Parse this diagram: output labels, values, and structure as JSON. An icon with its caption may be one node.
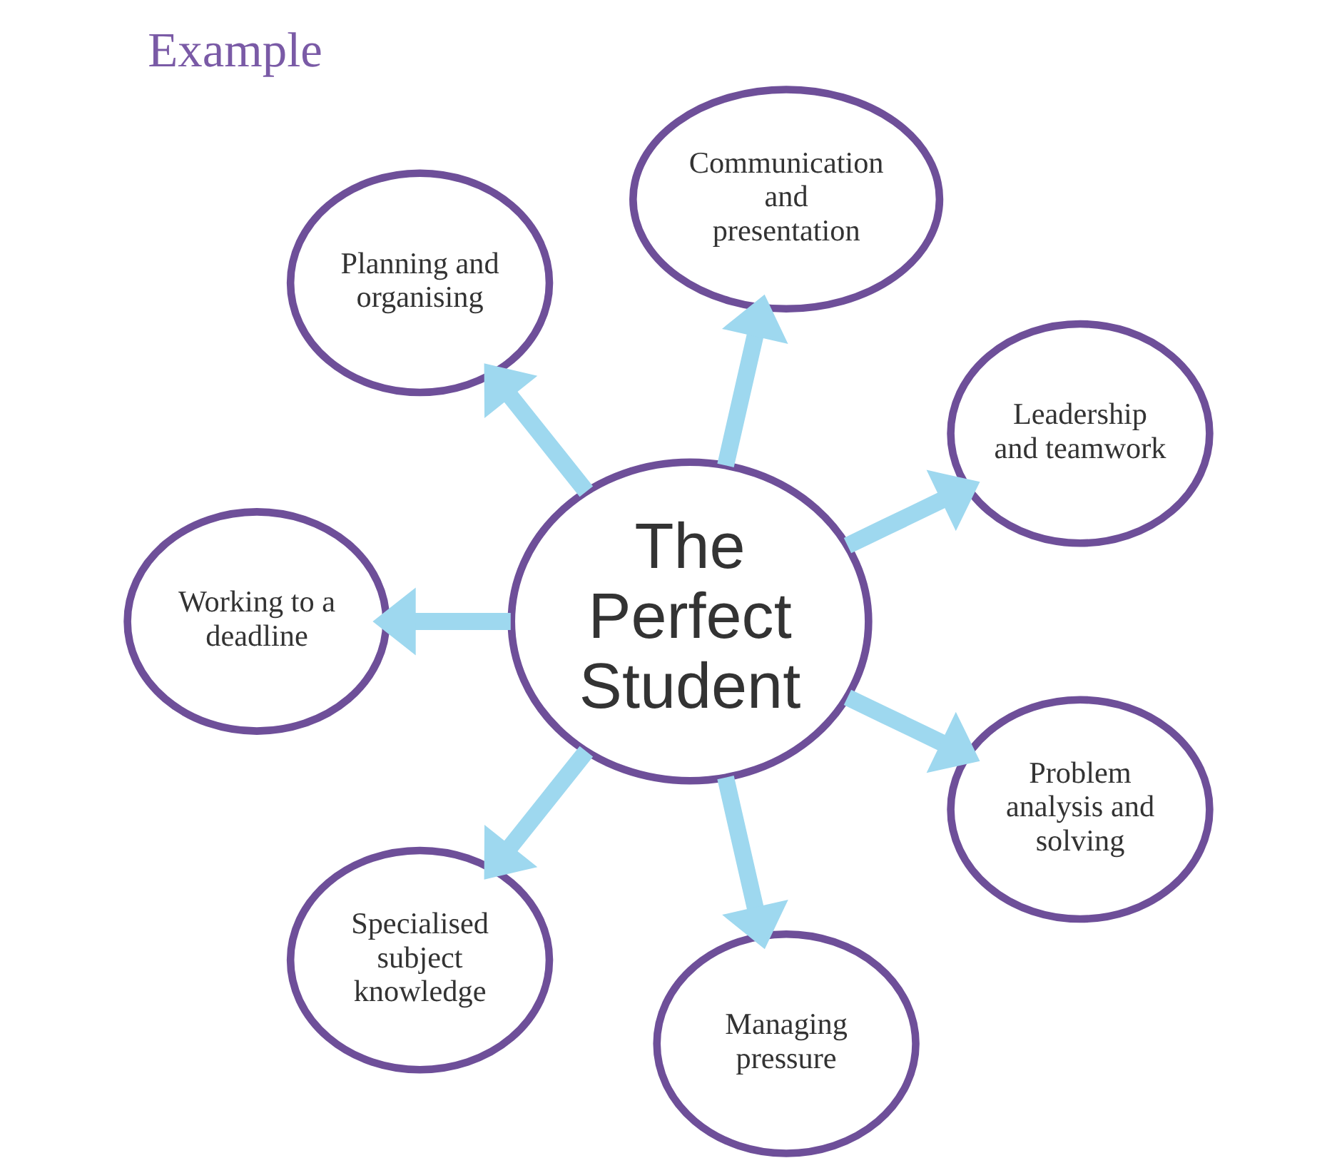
{
  "diagram": {
    "title": "Example",
    "nodes": [
      {
        "text": [
          "The Perfect Student"
        ]
      },
      {
        "text": [
          "Leadership and teamwork"
        ]
      },
      {
        "text": [
          "Communication and presentation"
        ]
      },
      {
        "text": [
          "Planning and organising"
        ]
      },
      {
        "text": [
          "Working to a deadline"
        ]
      },
      {
        "text": [
          "Specialised subject knowledge"
        ]
      },
      {
        "text": [
          "Managing pressure"
        ]
      },
      {
        "text": [
          "Problem analysis and solving"
        ]
      }
    ],
    "edges": [
      {
        "from": 0,
        "to": 1,
        "arrow": "to"
      },
      {
        "from": 0,
        "to": 2,
        "arrow": "to"
      },
      {
        "from": 0,
        "to": 3,
        "arrow": "to"
      },
      {
        "from": 0,
        "to": 4,
        "arrow": "to"
      },
      {
        "from": 0,
        "to": 5,
        "arrow": "to"
      },
      {
        "from": 0,
        "to": 6,
        "arrow": "to"
      },
      {
        "from": 0,
        "to": 7,
        "arrow": "to"
      }
    ]
  }
}
